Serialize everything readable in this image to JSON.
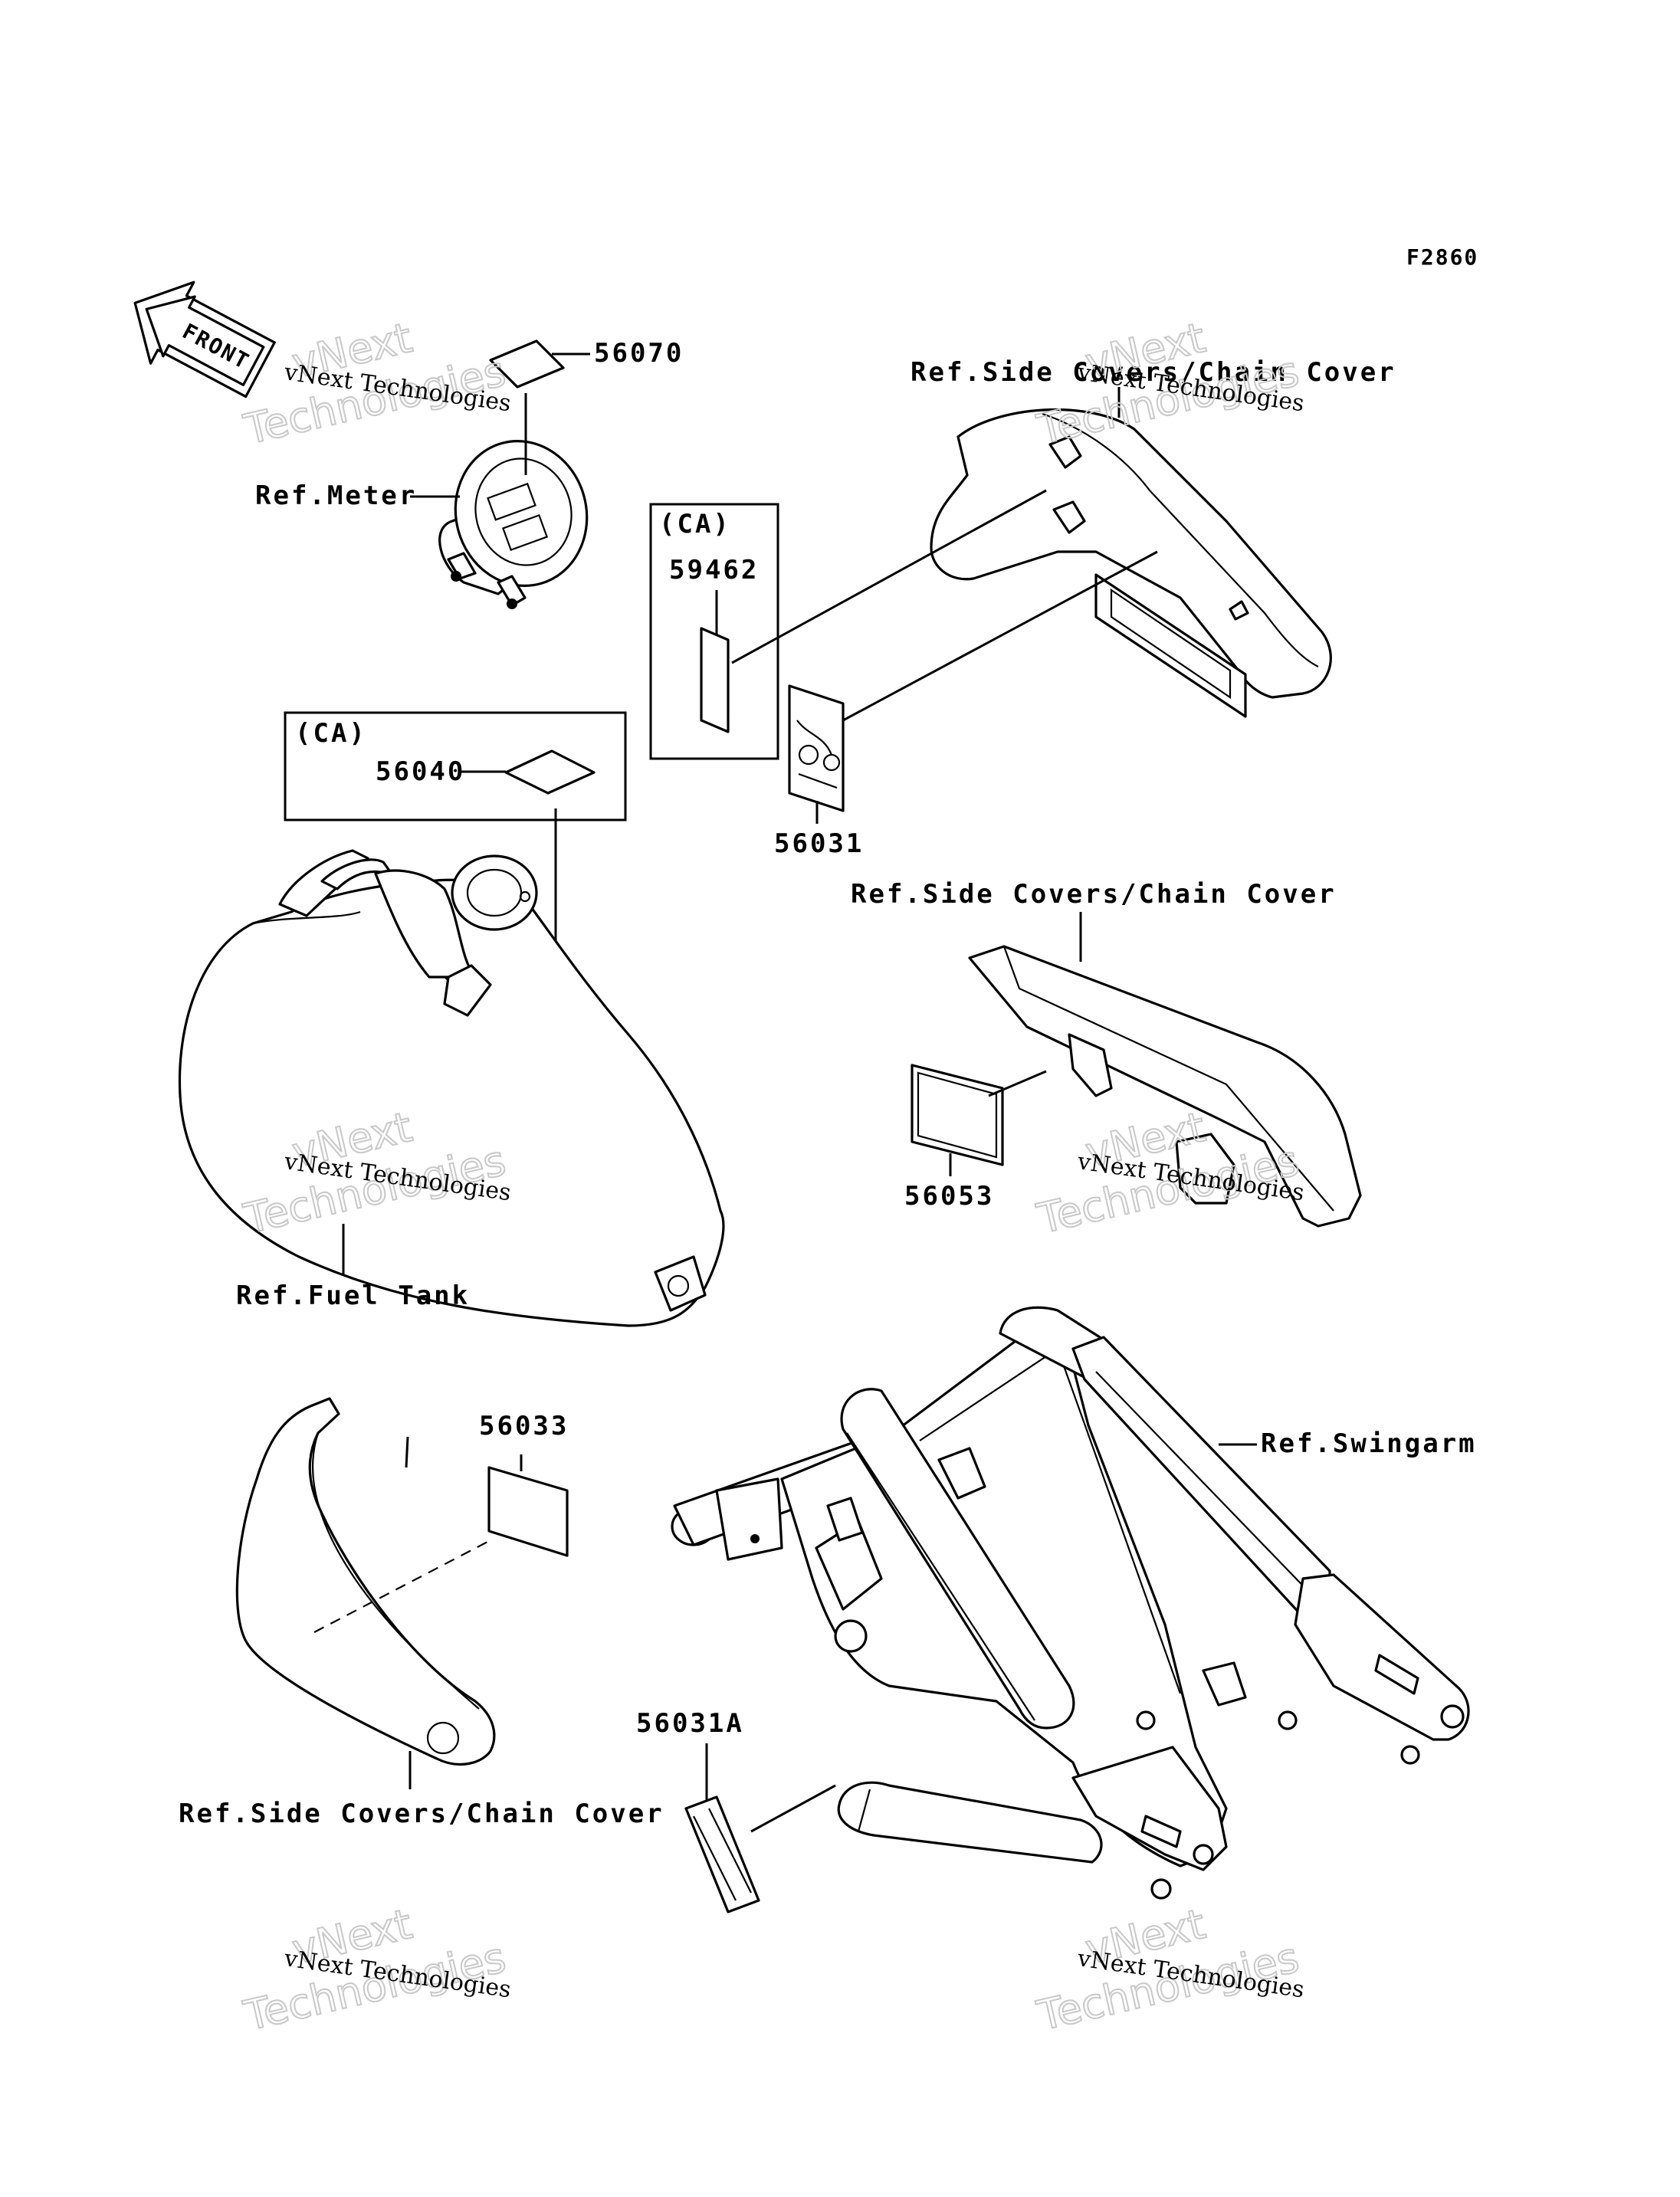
{
  "figure_code": "F2860",
  "front_tag": "FRONT",
  "watermark": {
    "line1": "vNext",
    "line2": "Technologies",
    "caption": "vNext Technologies"
  },
  "parts": {
    "p56070": "56070",
    "p59462": "59462",
    "p56031": "56031",
    "p56040": "56040",
    "p56053": "56053",
    "p56033": "56033",
    "p56031a": "56031A"
  },
  "region_ca": "(CA)",
  "refs": {
    "meter": "Ref.Meter",
    "side_covers_chain_cover": "Ref.Side Covers/Chain Cover",
    "fuel_tank": "Ref.Fuel Tank",
    "swingarm": "Ref.Swingarm"
  }
}
